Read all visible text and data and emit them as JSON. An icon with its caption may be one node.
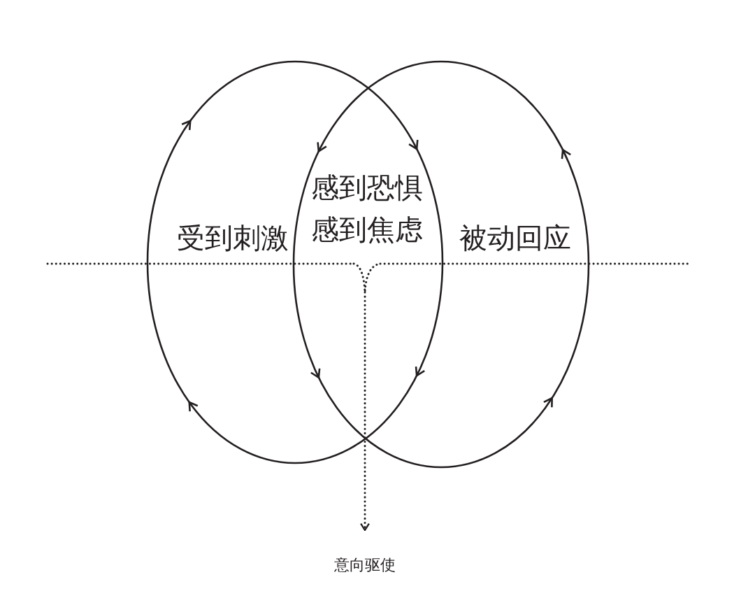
{
  "diagram": {
    "nodes": [
      {
        "text": [
          "受到刺激"
        ]
      },
      {
        "text": [
          "感到恐惧",
          "感到焦虑"
        ]
      },
      {
        "text": [
          "被动回应"
        ]
      },
      {
        "text": [
          "意向驱使"
        ]
      }
    ],
    "edges": [
      {
        "from": null,
        "to": 3,
        "arrow": "to",
        "style": "dashed"
      }
    ]
  }
}
